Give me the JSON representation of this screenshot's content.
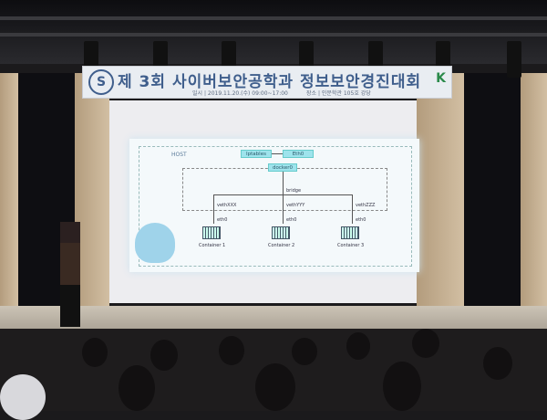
{
  "banner": {
    "title": "제 3회 사이버보안공학과 정보보안경진대회",
    "date_line": "일시 | 2019.11.20.(수) 09:00~17:00",
    "venue_line": "장소 | 인문학관 105호 강당",
    "logo_left": "S",
    "logo_right": "K"
  },
  "slide": {
    "host_label": "HOST",
    "iptables": "Iptables",
    "eth0_host": "Eth0",
    "docker0": "docker0",
    "bridge": "bridge",
    "veths": [
      "vethXXX",
      "vethYYY",
      "vethZZZ"
    ],
    "eth0": "eth0",
    "containers": [
      "Container 1",
      "Container 2",
      "Container 3"
    ]
  },
  "colors": {
    "banner_text": "#3f5e8c",
    "slide_box": "#9ee3ec",
    "curtain": "#0e0e12"
  }
}
